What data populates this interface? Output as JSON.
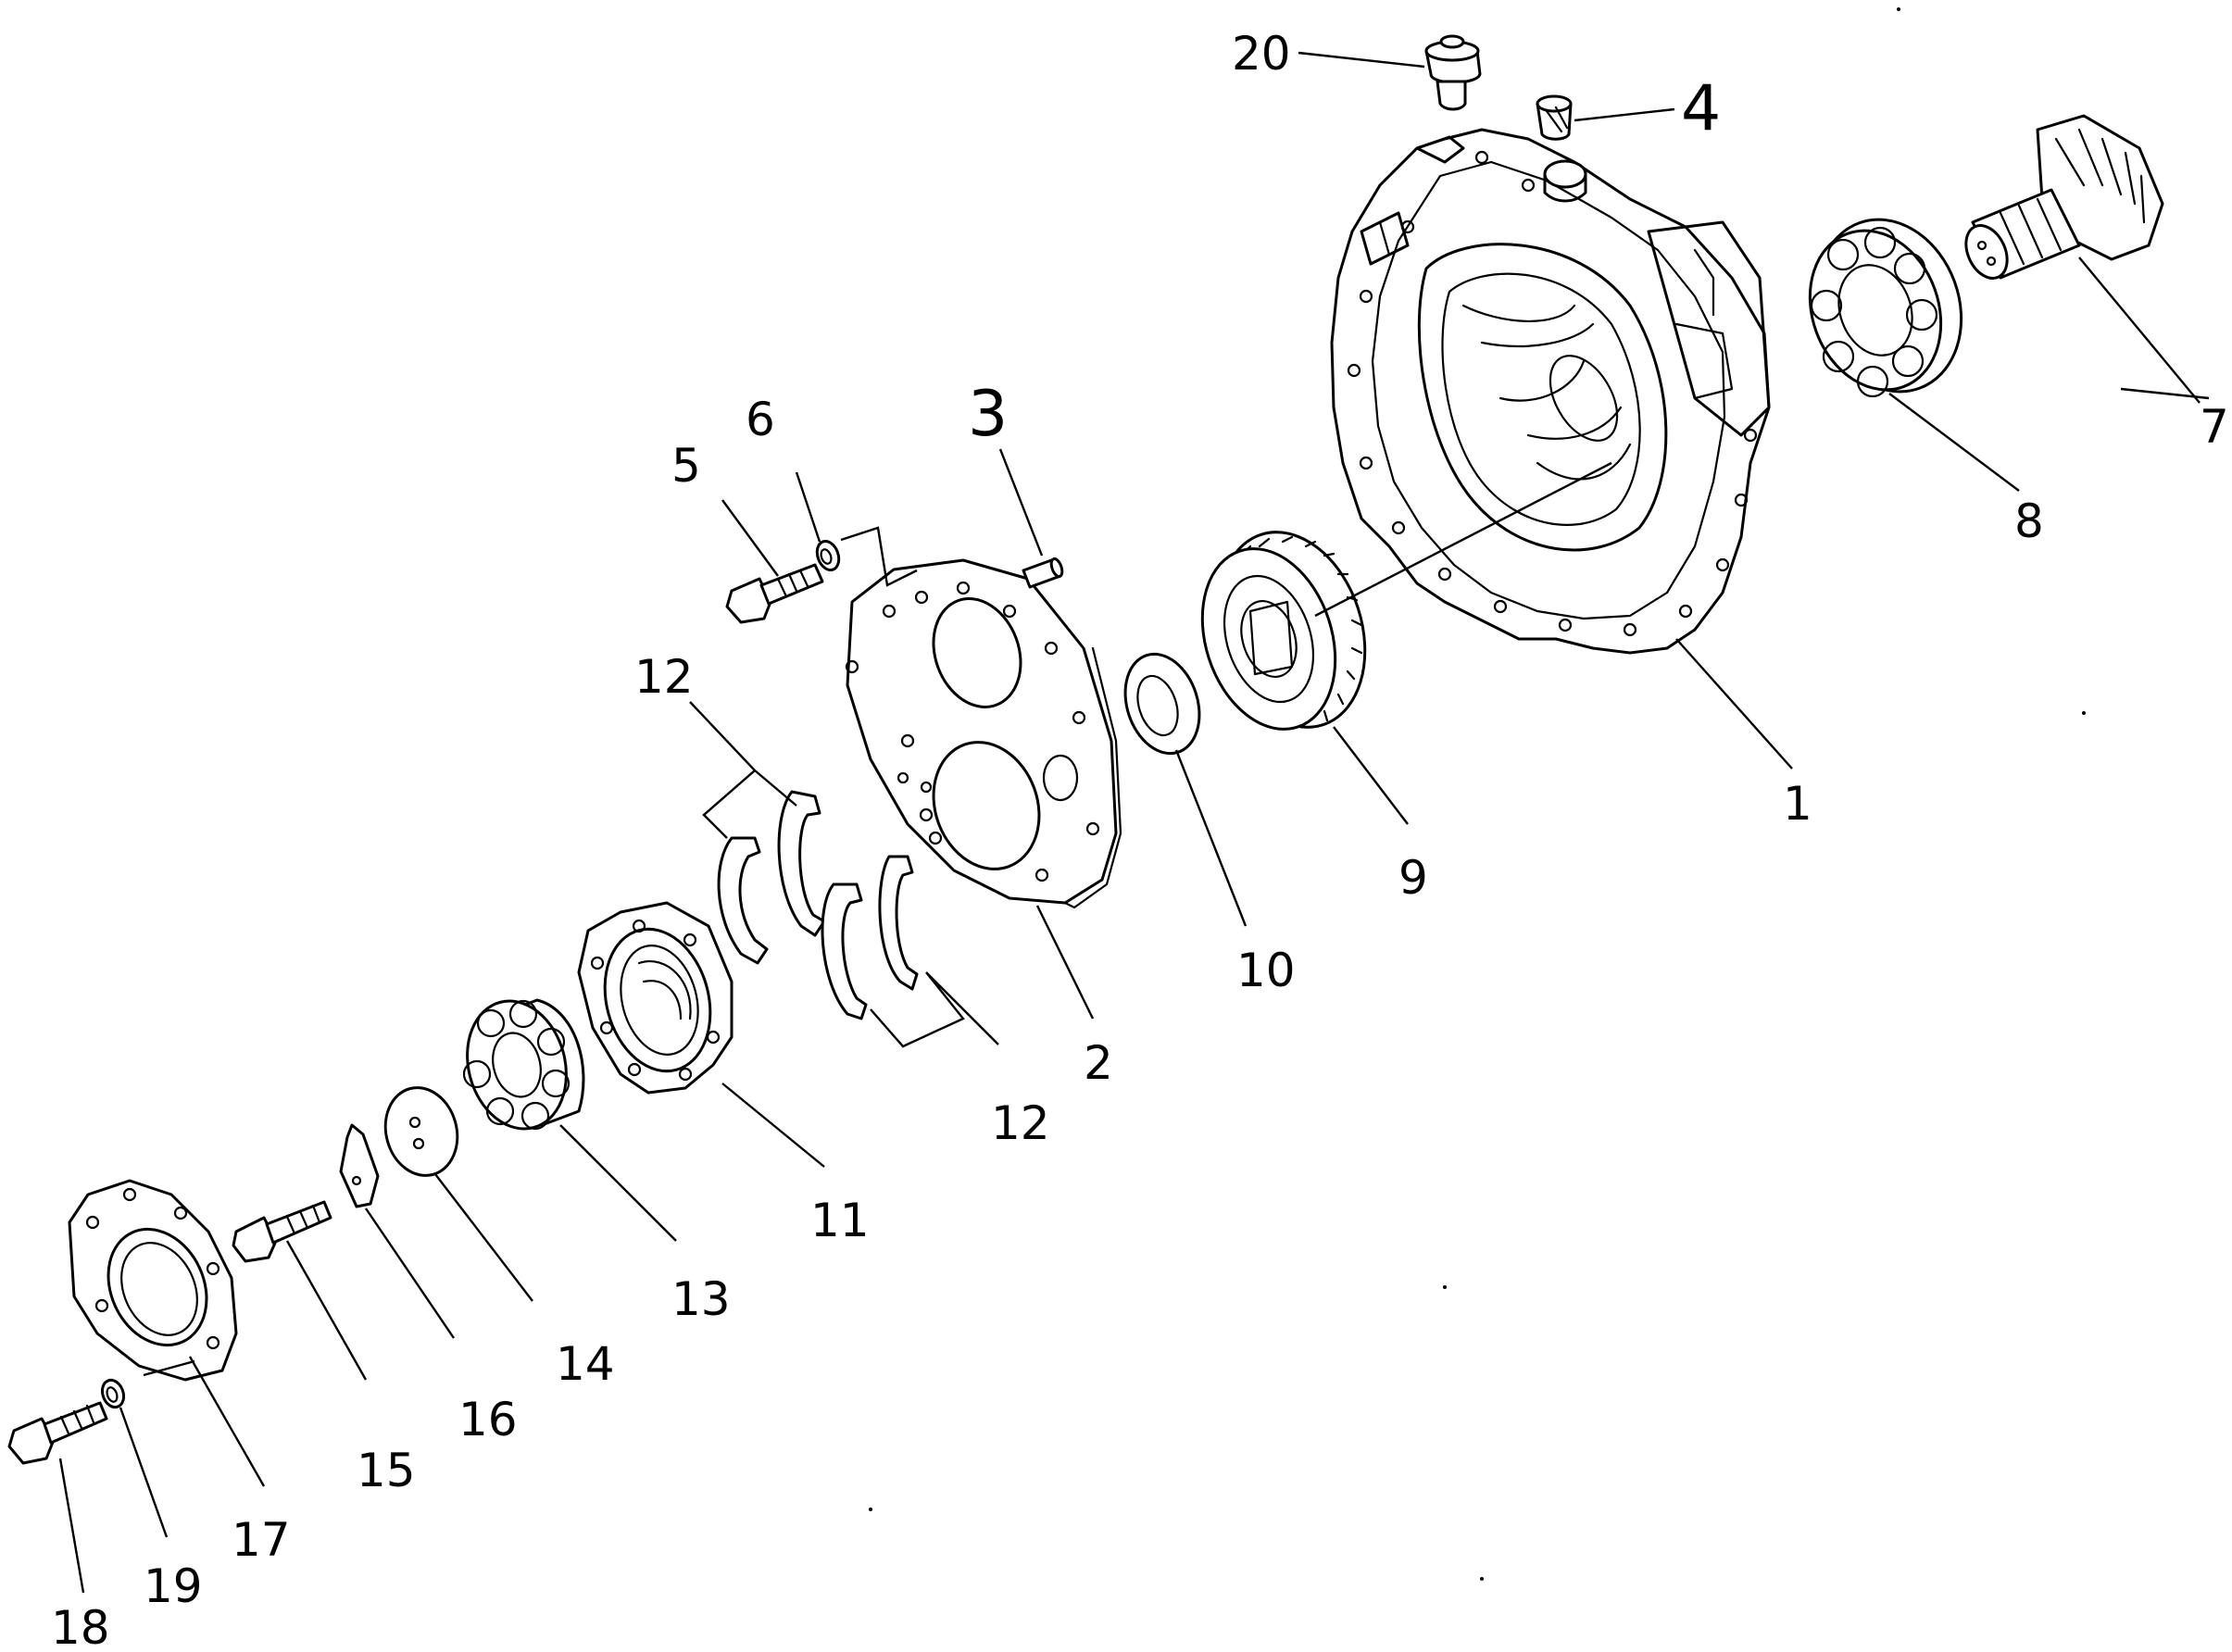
{
  "callouts": {
    "c1": "1",
    "c2": "2",
    "c3": "3",
    "c4": "4",
    "c5": "5",
    "c6": "6",
    "c7": "7",
    "c8": "8",
    "c9": "9",
    "c10": "10",
    "c11": "11",
    "c12a": "12",
    "c12b": "12",
    "c13": "13",
    "c14": "14",
    "c15": "15",
    "c16": "16",
    "c17": "17",
    "c18": "18",
    "c19": "19",
    "c20": "20"
  }
}
